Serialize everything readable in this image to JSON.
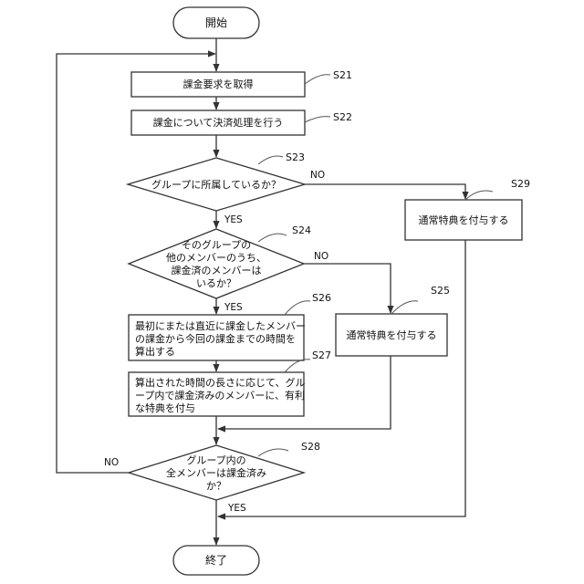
{
  "start": "開始",
  "end": "終了",
  "nodes": {
    "s21": {
      "id": "S21",
      "lines": [
        "課金要求を取得"
      ]
    },
    "s22": {
      "id": "S22",
      "lines": [
        "課金について決済処理を行う"
      ]
    },
    "s23": {
      "id": "S23",
      "lines": [
        "グループに所属しているか？"
      ],
      "no": "NO",
      "yes": "YES"
    },
    "s24": {
      "id": "S24",
      "lines": [
        "そのグループの",
        "他のメンバーのうち、",
        "課金済のメンバーは",
        "いるか？"
      ],
      "no": "NO",
      "yes": "YES"
    },
    "s25": {
      "id": "S25",
      "lines": [
        "通常特典を付与する"
      ]
    },
    "s26": {
      "id": "S26",
      "lines": [
        "最初にまたは直近に課金したメンバー",
        "の課金から今回の課金までの時間を",
        "算出する"
      ]
    },
    "s27": {
      "id": "S27",
      "lines": [
        "算出された時間の長さに応じて、グル",
        "ープ内で課金済みのメンバーに、有利",
        "な特典を付与"
      ]
    },
    "s28": {
      "id": "S28",
      "lines": [
        "グループ内の",
        "全メンバーは課金済み",
        "か？"
      ],
      "no": "NO",
      "yes": "YES"
    },
    "s29": {
      "id": "S29",
      "lines": [
        "通常特典を付与する"
      ]
    }
  }
}
